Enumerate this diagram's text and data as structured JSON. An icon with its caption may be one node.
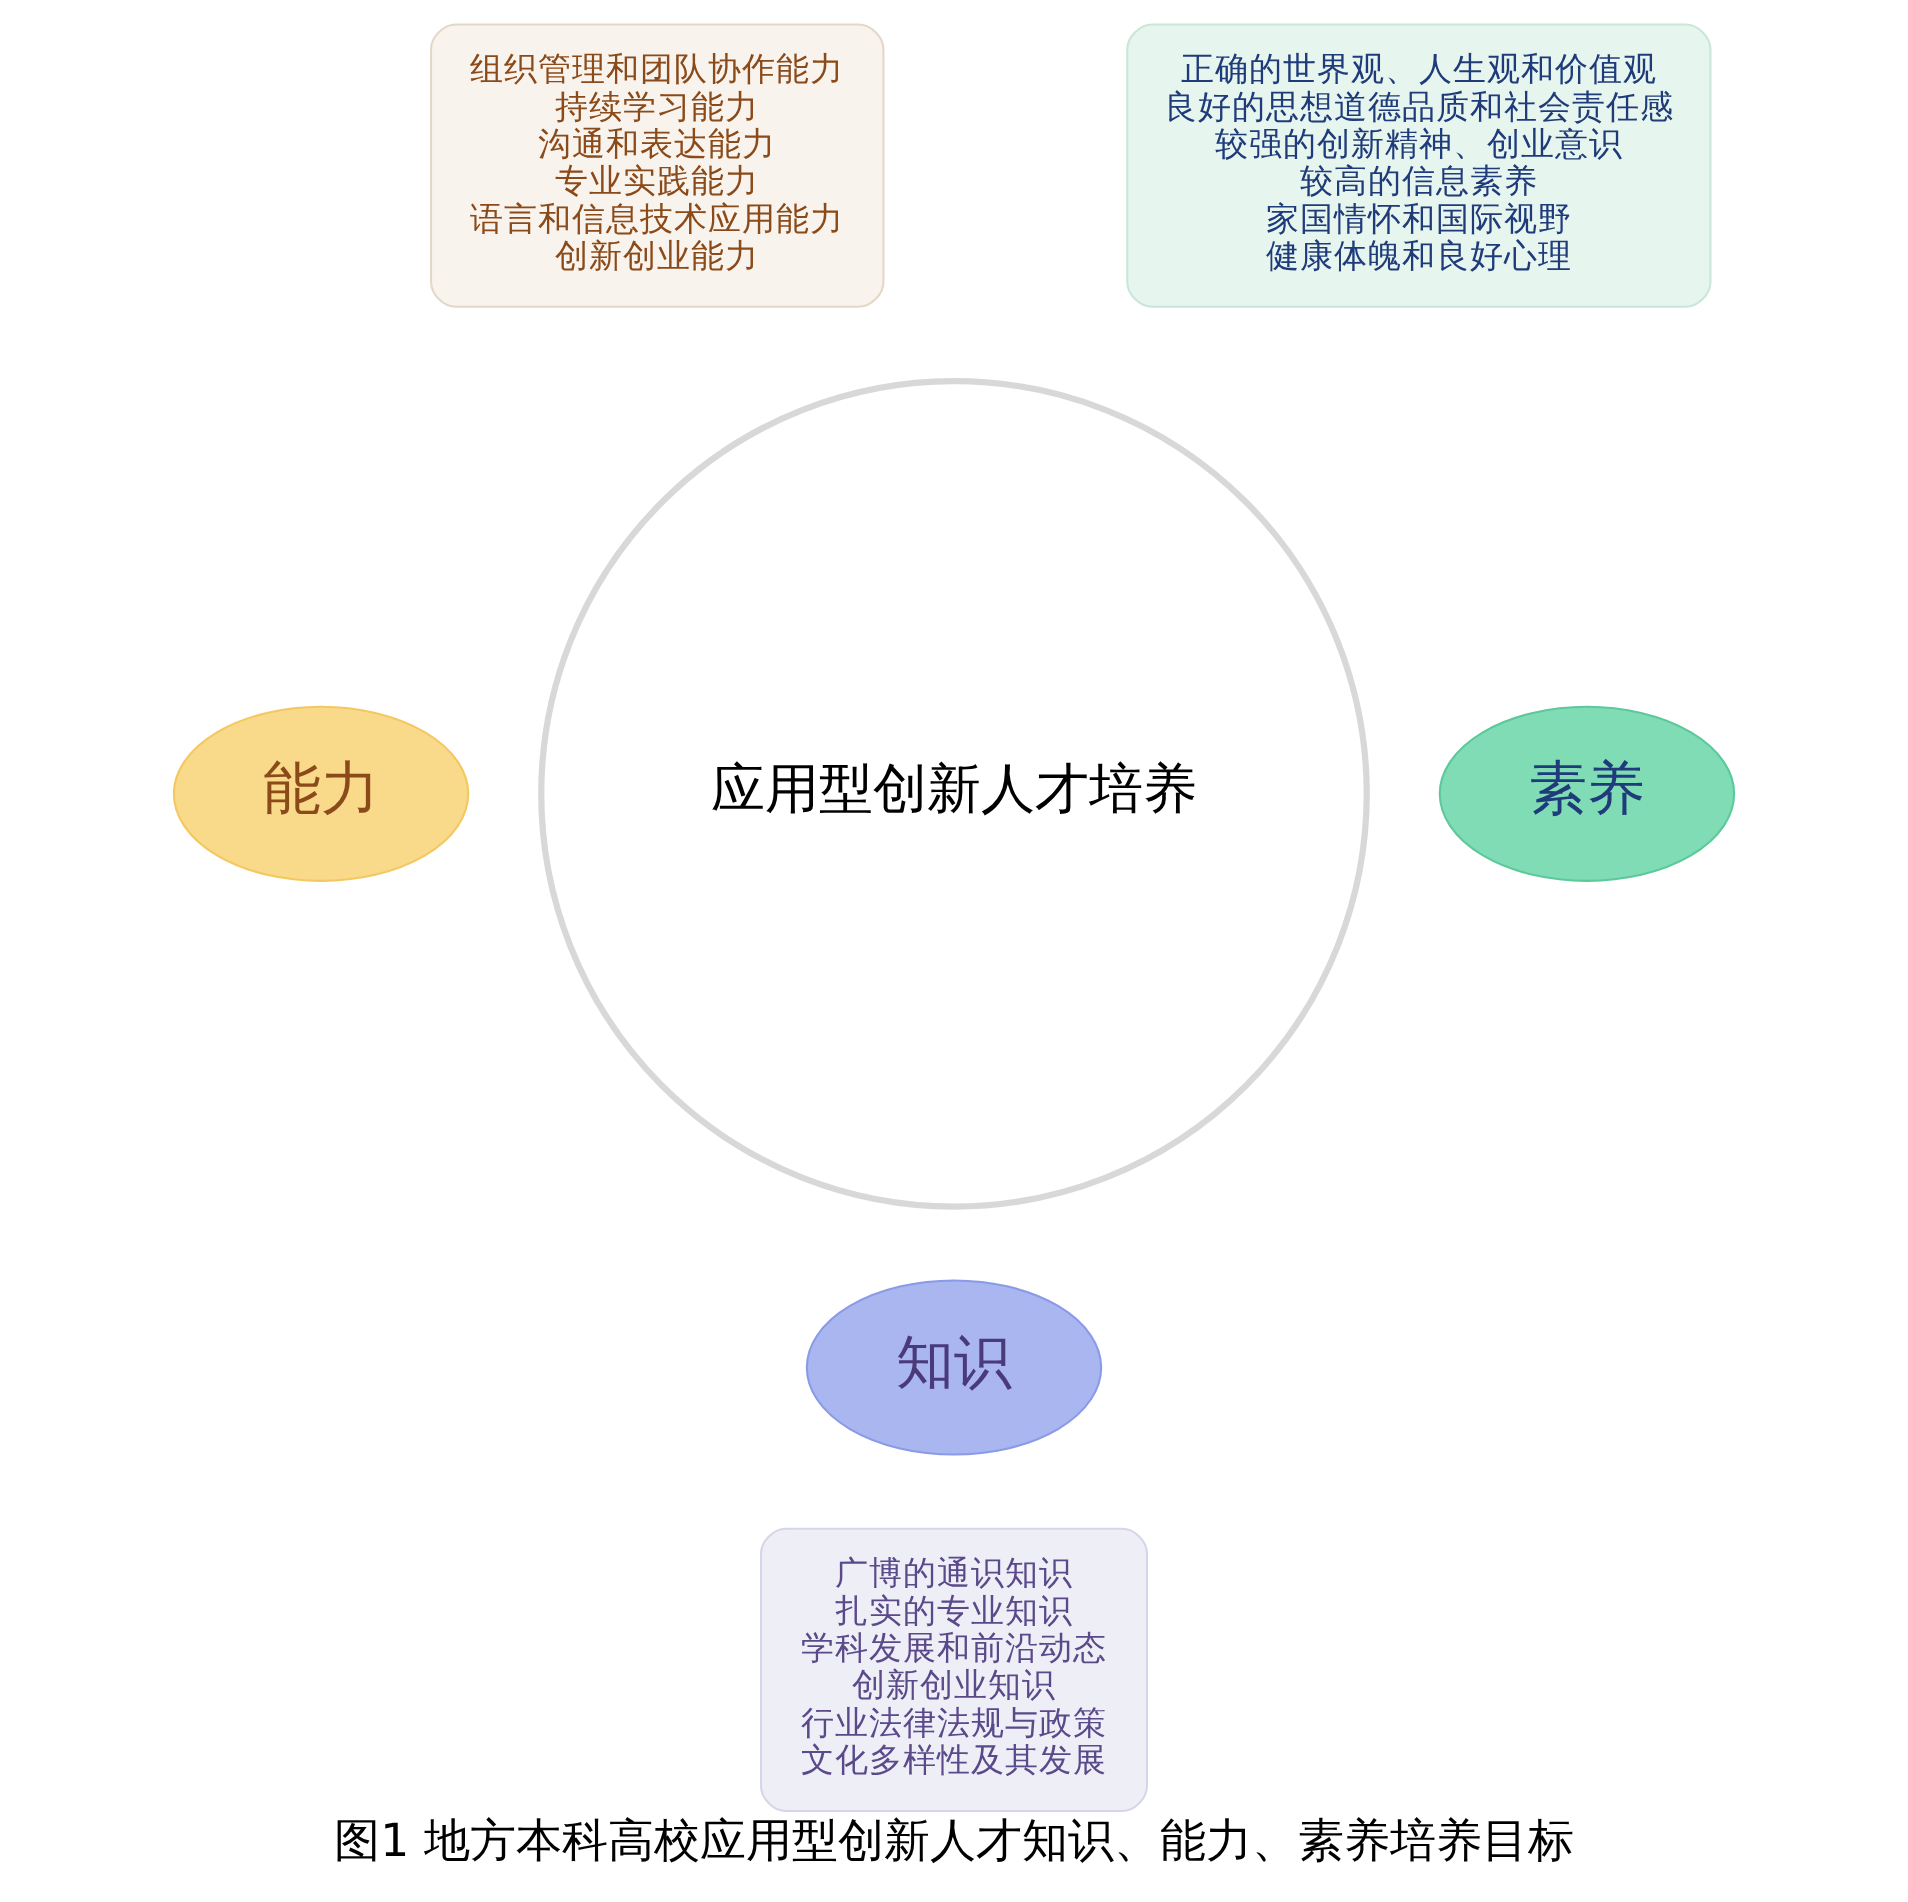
{
  "diagram": {
    "caption": "图1 地方本科高校应用型创新人才知识、能力、素养培养目标",
    "nodes": [
      {
        "text": [
          "组织管理和团队协作能力",
          "持续学习能力",
          "沟通和表达能力",
          "专业实践能力",
          "语言和信息技术应用能力",
          "创新创业能力"
        ]
      },
      {
        "text": [
          "正确的世界观、人生观和价值观",
          "良好的思想道德品质和社会责任感",
          "较强的创新精神、创业意识",
          "较高的信息素养",
          "家国情怀和国际视野",
          "健康体魄和良好心理"
        ]
      },
      {
        "text": [
          "能力"
        ]
      },
      {
        "text": [
          "应用型创新人才培养"
        ]
      },
      {
        "text": [
          "素养"
        ]
      },
      {
        "text": [
          "知识"
        ]
      },
      {
        "text": [
          "广博的通识知识",
          "扎实的专业知识",
          "学科发展和前沿动态",
          "创新创业知识",
          "行业法律法规与政策",
          "文化多样性及其发展"
        ]
      }
    ],
    "edges": []
  }
}
